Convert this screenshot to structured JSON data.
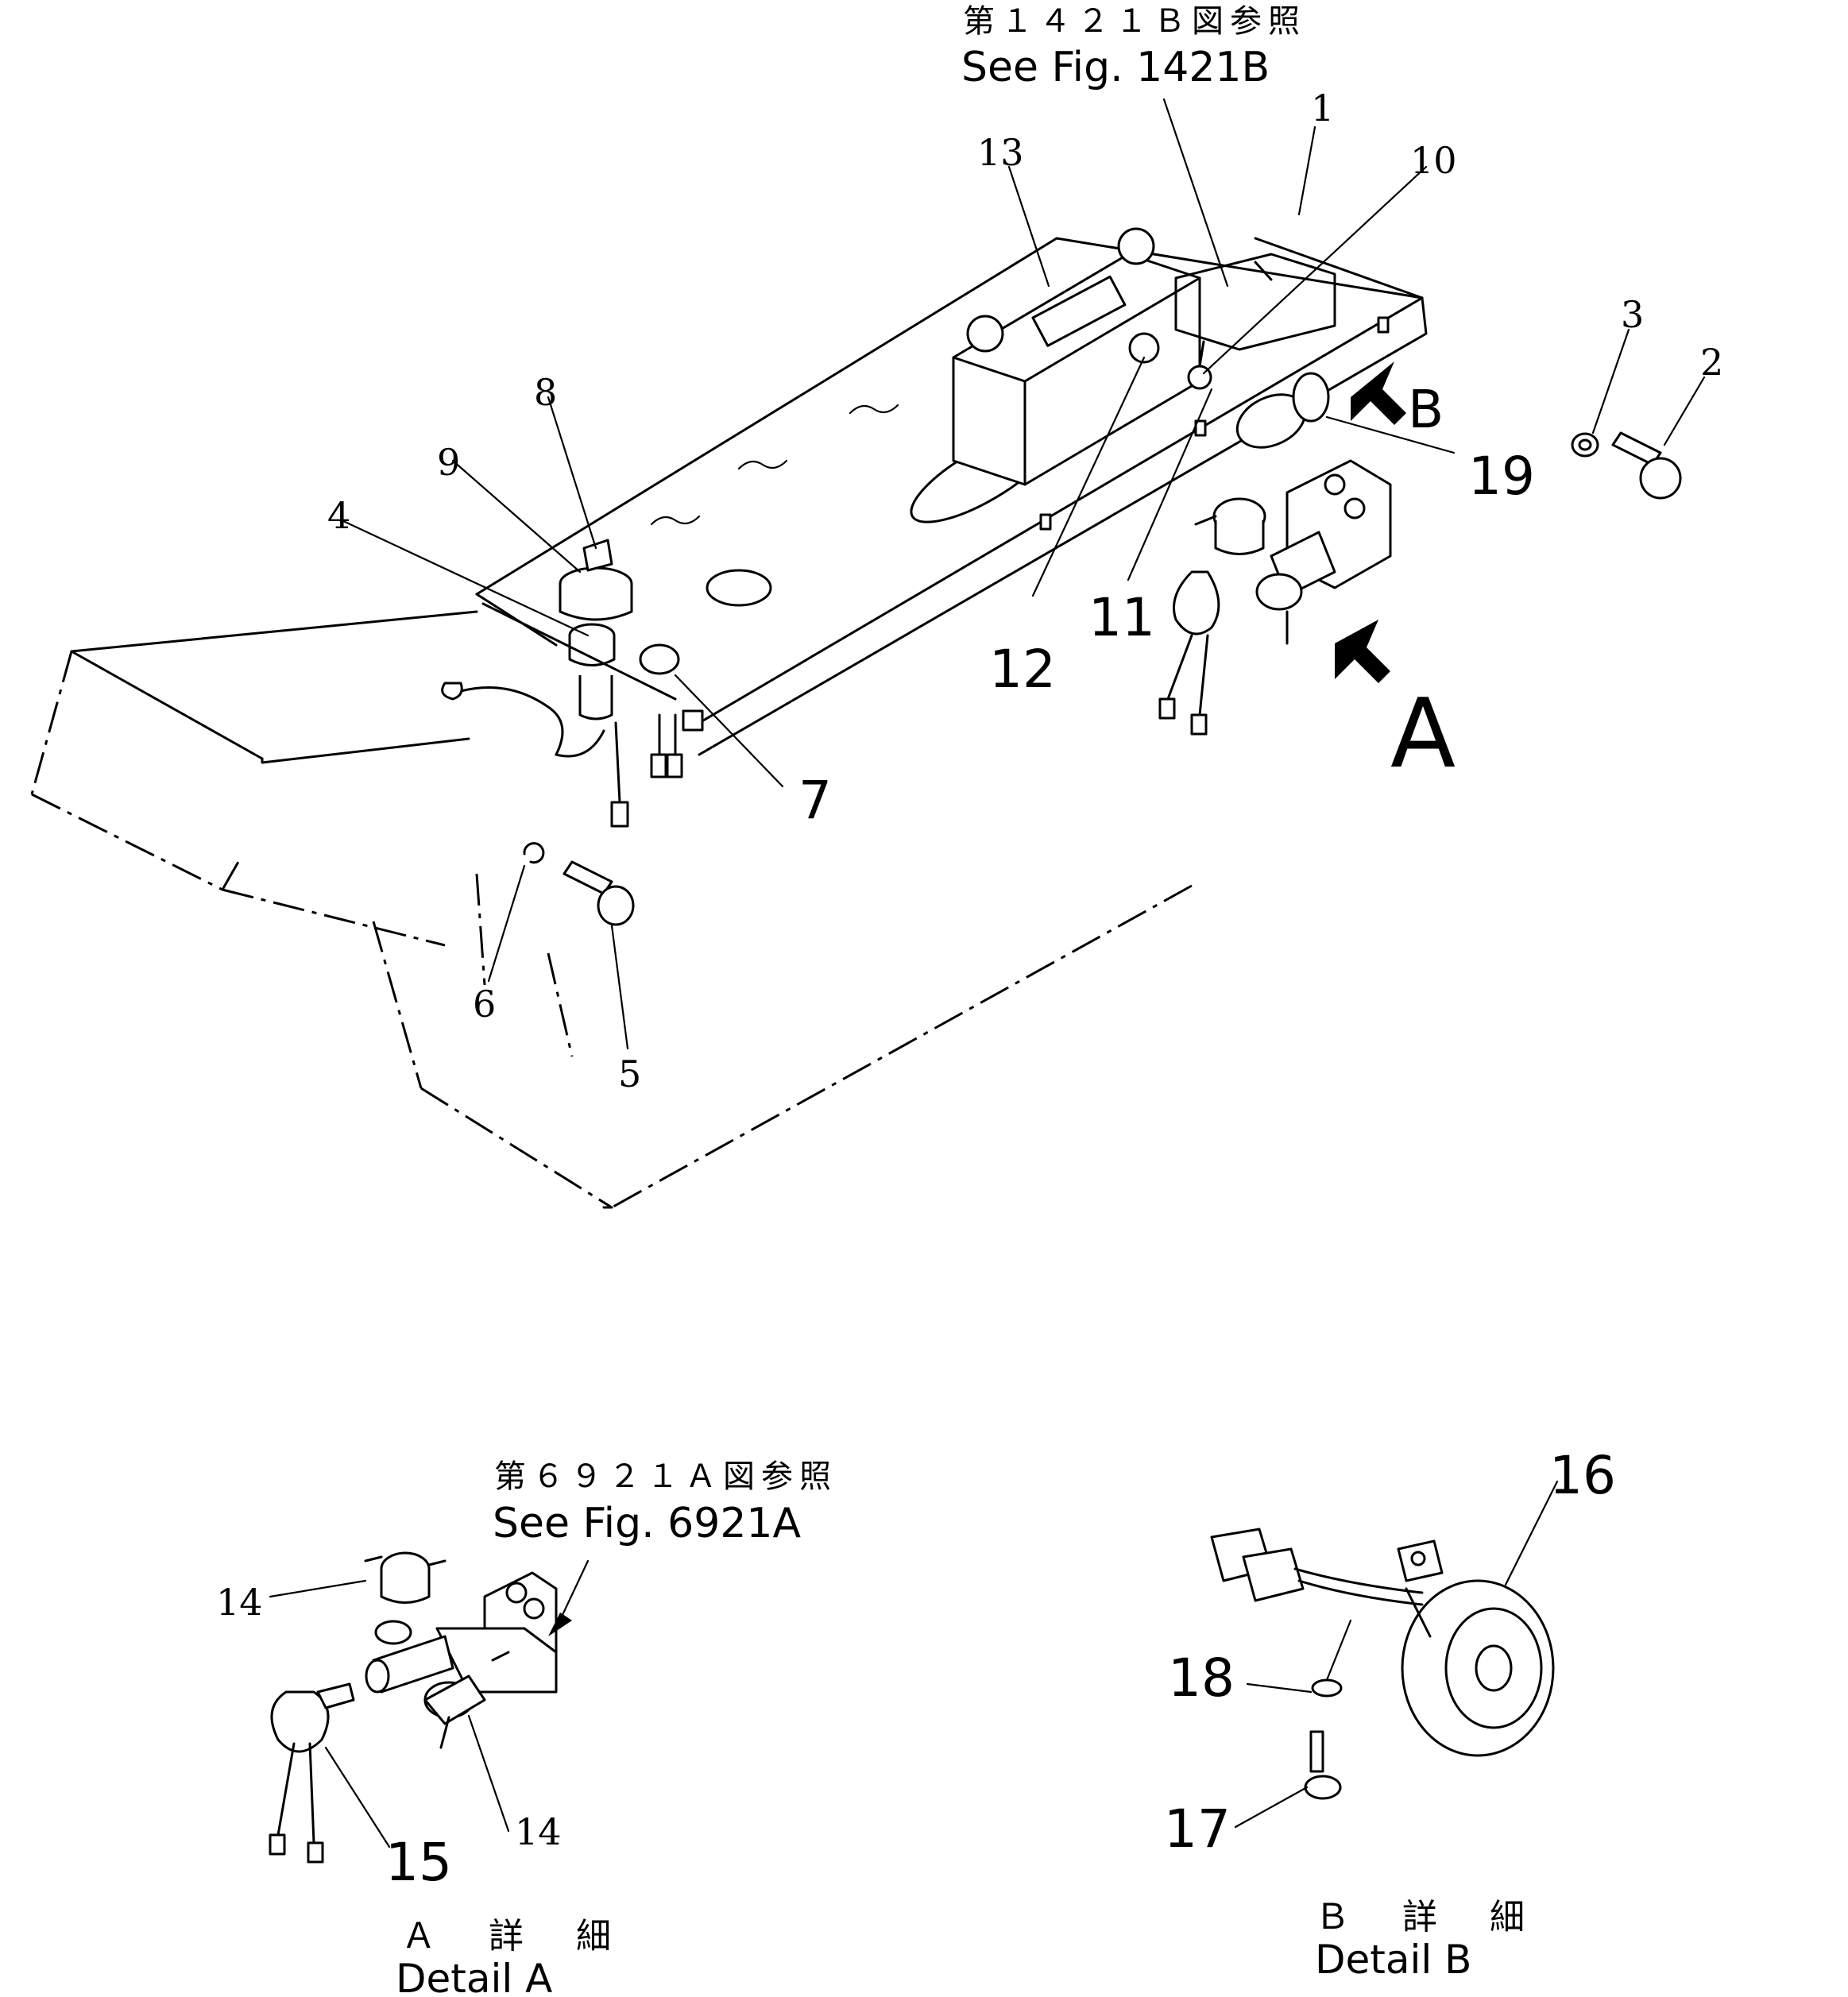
{
  "references": {
    "main_jp": "第１４２１Ｂ図参照",
    "main_en": "See Fig. 1421B",
    "detail_a_jp": "第６９２１Ａ図参照",
    "detail_a_en": "See Fig. 6921A"
  },
  "view_markers": {
    "a": "A",
    "b": "B"
  },
  "callouts": {
    "c1": "1",
    "c2": "2",
    "c3": "3",
    "c4": "4",
    "c5": "5",
    "c6": "6",
    "c7": "7",
    "c8": "8",
    "c9": "9",
    "c10": "10",
    "c11": "11",
    "c12": "12",
    "c13": "13",
    "c14a": "14",
    "c14b": "14",
    "c15": "15",
    "c16": "16",
    "c17": "17",
    "c18": "18",
    "c19": "19"
  },
  "captions": {
    "detail_a_jp": "Ａ 詳 細",
    "detail_a_en": "Detail A",
    "detail_b_jp": "Ｂ 詳 細",
    "detail_b_en": "Detail B"
  }
}
